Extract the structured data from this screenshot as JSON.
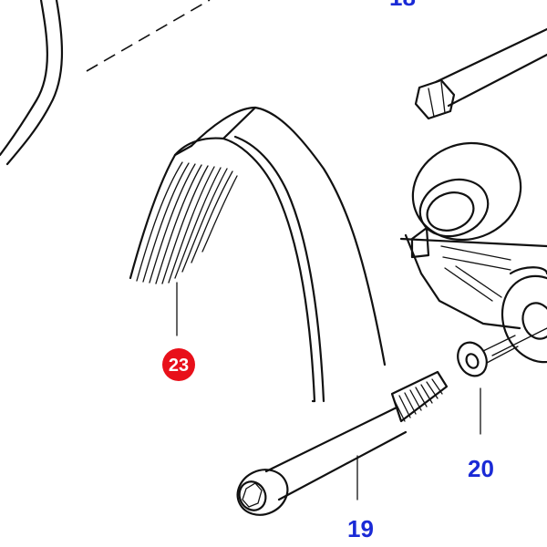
{
  "callouts": {
    "top": "18",
    "washer": "20",
    "bolt": "19",
    "belt": "23"
  },
  "colors": {
    "callout": "#1a2ad6",
    "highlight": "#e8101a",
    "line": "#111111"
  }
}
